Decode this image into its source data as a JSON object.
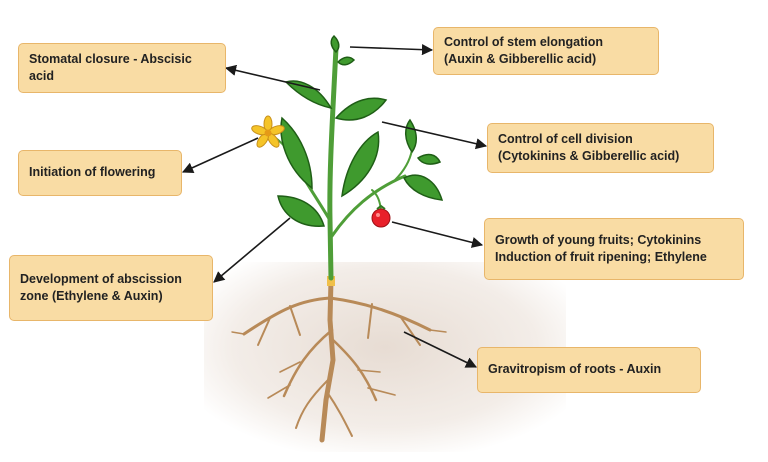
{
  "labels": {
    "stomatal_closure": [
      "Stomatal closure - Abscisic",
      "acid"
    ],
    "initiation_of_flowering": [
      "Initiation of flowering"
    ],
    "abscission_zone": [
      "Development of abscission",
      "zone (Ethylene & Auxin)"
    ],
    "stem_elongation": [
      "Control of stem elongation",
      "(Auxin & Gibberellic acid)"
    ],
    "cell_division": [
      "Control of cell division",
      "(Cytokinins & Gibberellic acid)"
    ],
    "fruits": [
      "Growth of young fruits; Cytokinins",
      "Induction of fruit ripening; Ethylene"
    ],
    "gravitropism": [
      "Gravitropism of roots - Auxin"
    ]
  },
  "colors": {
    "box_fill": "#f9dca4",
    "box_border": "#e8b66a",
    "leaf": "#3f9a2e",
    "leaf_dark": "#1f5e16",
    "stem": "#4f9e38",
    "root": "#b88a58",
    "soil": "#efe6df",
    "fruit": "#e8202a",
    "flower": "#f5c428",
    "arrow": "#1a1a1a"
  }
}
